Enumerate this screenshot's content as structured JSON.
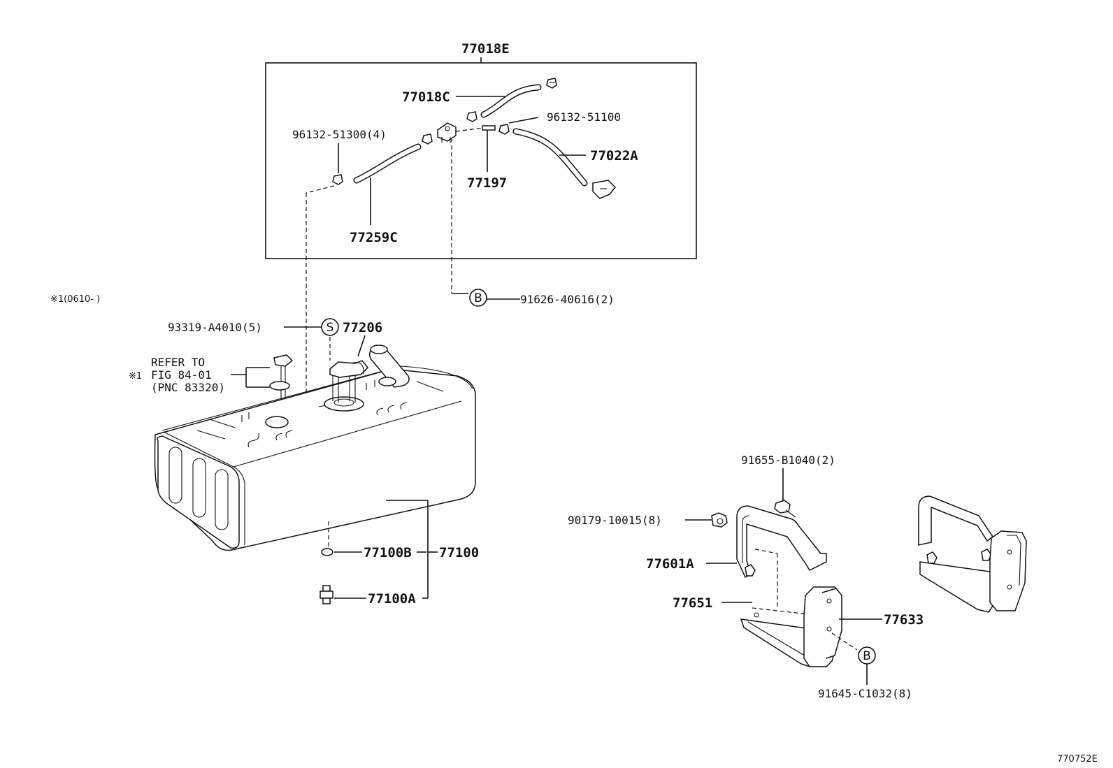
{
  "labels": {
    "kit_77018E": "77018E",
    "hose_77018C": "77018C",
    "clamp_96132_51100": "96132-51100",
    "clamp_96132_51300": "96132-51300(4)",
    "hose_77022A": "77022A",
    "part_77197": "77197",
    "hose_77259C": "77259C",
    "note_1_date": "※1(0610-      )",
    "bolt_91626": "91626-40616(2)",
    "screw_93319": "93319-A4010(5)",
    "gauge_77206": "77206",
    "refer_line1": "REFER TO",
    "refer_line2": "FIG 84-01",
    "refer_line3": "(PNC 83320)",
    "refer_mark": "※1",
    "plug_77100B": "77100B",
    "tank_77100": "77100",
    "bolt_77100A": "77100A",
    "bolt_91655": "91655-B1040(2)",
    "nut_90179": "90179-10015(8)",
    "band_77601A": "77601A",
    "protector_77651": "77651",
    "protector_77633": "77633",
    "bolt_91645": "91645-C1032(8)",
    "drawing_no": "770752E"
  },
  "markers": {
    "b_letter": "B",
    "s_letter": "S"
  },
  "icons": {
    "clamp": "hose-clamp-icon",
    "valve": "vent-valve-icon",
    "tank": "fuel-tank-icon",
    "gauge": "fuel-gauge-sender-icon",
    "bracket": "tank-band-bracket-icon"
  }
}
